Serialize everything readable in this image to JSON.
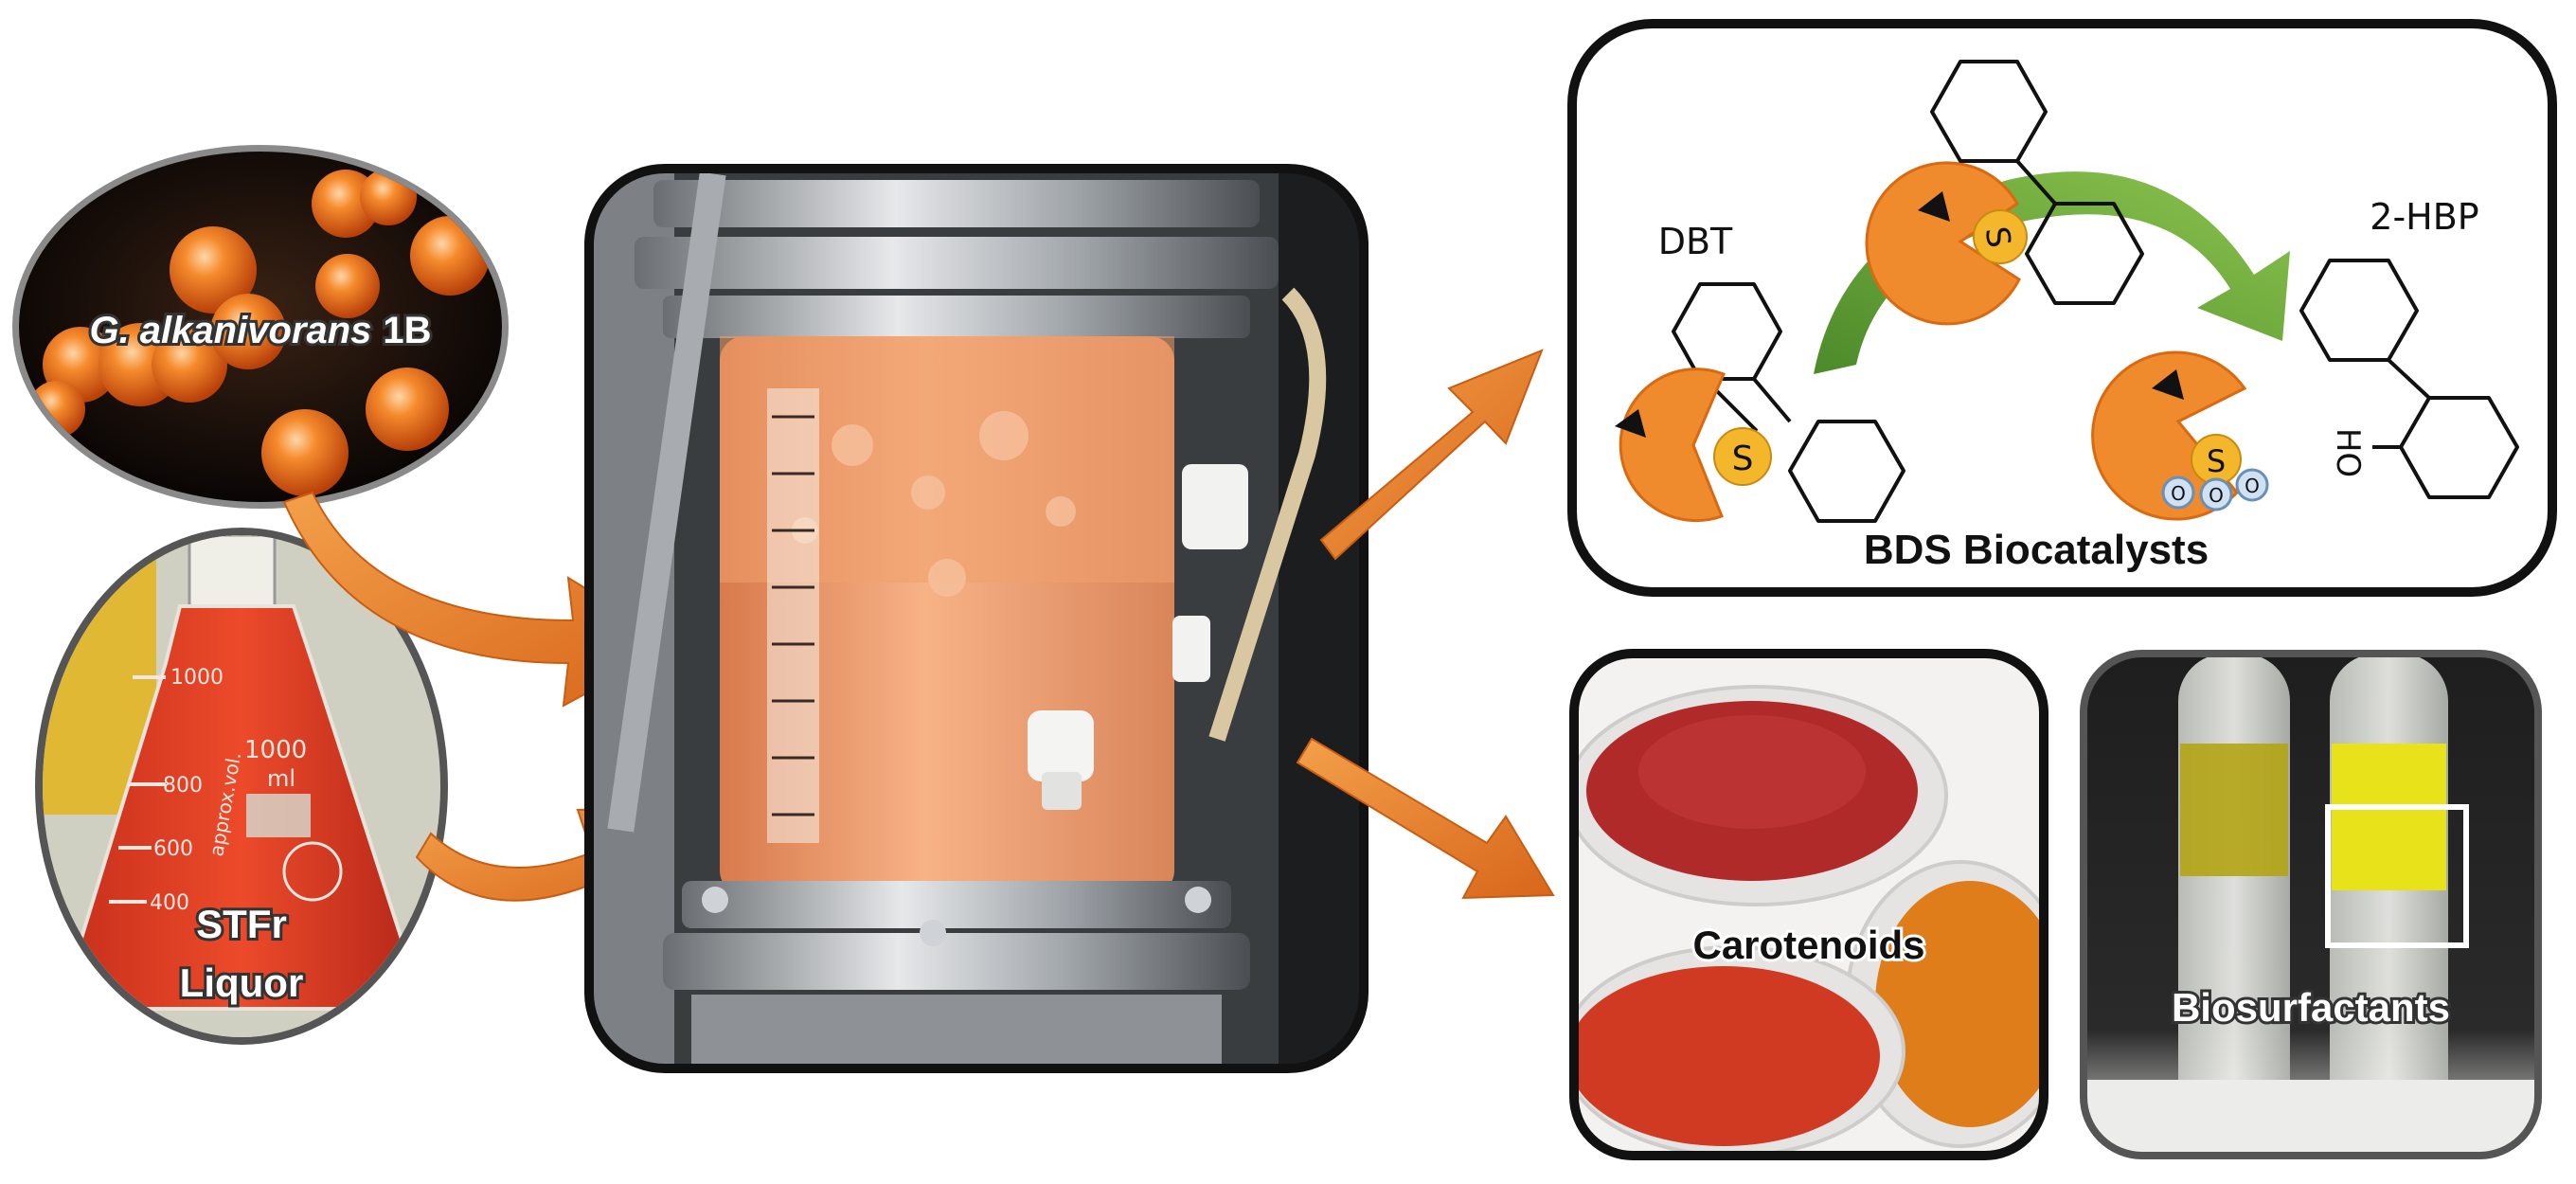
{
  "inputs": {
    "organism": {
      "species": "G. alkanivorans",
      "strain": "1B"
    },
    "liquor": {
      "line1": "STFr",
      "line2": "Liquor"
    },
    "flask_marks": [
      "1000",
      "800",
      "600",
      "400"
    ],
    "flask_volume": "1000",
    "flask_unit": "ml",
    "flask_text": "approx.vol."
  },
  "process": {
    "name": "bioreactor"
  },
  "outputs": {
    "bds": {
      "title": "BDS Biocatalysts",
      "substrate": "DBT",
      "product": "2-HBP",
      "sulfur_symbol": "S",
      "oxygen_symbol": "O",
      "hydroxyl": "HO"
    },
    "carotenoids": {
      "title": "Carotenoids"
    },
    "biosurfactants": {
      "title": "Biosurfactants"
    }
  },
  "colors": {
    "bacteria_orange": "#f0781e",
    "arrow_orange": "#e9822a",
    "panel_border": "#1a1a1a",
    "pacman_orange": "#ef8a2d",
    "sulfur_yellow": "#f4b62a",
    "green_arrow": "#6aa63a",
    "broth_orange": "#f2a06a",
    "carotenoid_red": "#b02a2a",
    "carotenoid_orange": "#de7d1a",
    "surfactant_yellow": "#e8e21a"
  }
}
